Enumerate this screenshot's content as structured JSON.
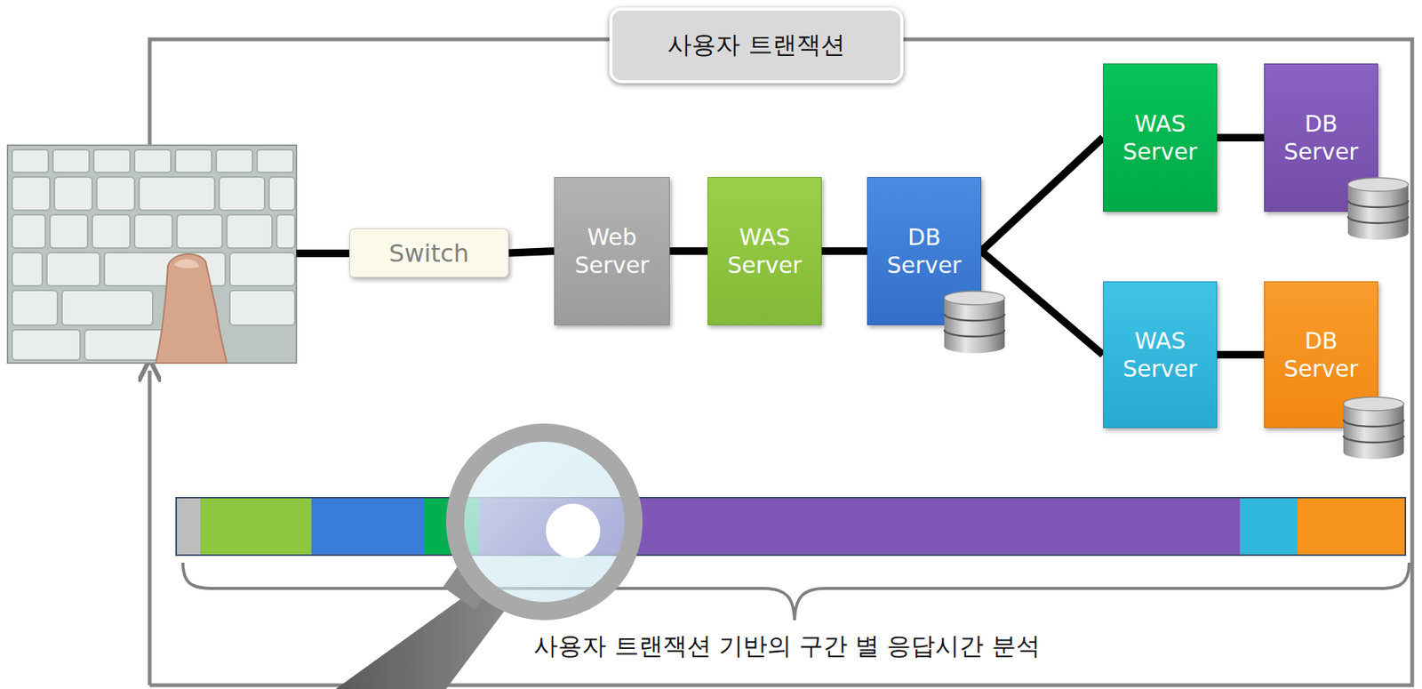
{
  "diagram": {
    "title": "사용자 트랜잭션",
    "caption": "사용자 트랜잭션 기반의 구간 별 응답시간 분석",
    "nodes": [
      {
        "text": [
          "Switch"
        ]
      },
      {
        "text": [
          "Web Server"
        ]
      },
      {
        "text": [
          "WAS Server"
        ]
      },
      {
        "text": [
          "DB Server"
        ]
      },
      {
        "text": [
          "WAS Server"
        ]
      },
      {
        "text": [
          "DB Server"
        ]
      },
      {
        "text": [
          "WAS Server"
        ]
      },
      {
        "text": [
          "DB Server"
        ]
      }
    ],
    "edges": [
      {
        "from": 0,
        "to": 1,
        "arrow": "none"
      },
      {
        "from": 1,
        "to": 2,
        "arrow": "none"
      },
      {
        "from": 2,
        "to": 3,
        "arrow": "none"
      },
      {
        "from": 3,
        "to": 4,
        "arrow": "none"
      },
      {
        "from": 3,
        "to": 6,
        "arrow": "none"
      },
      {
        "from": 4,
        "to": 5,
        "arrow": "none"
      },
      {
        "from": 6,
        "to": 7,
        "arrow": "none"
      }
    ]
  }
}
